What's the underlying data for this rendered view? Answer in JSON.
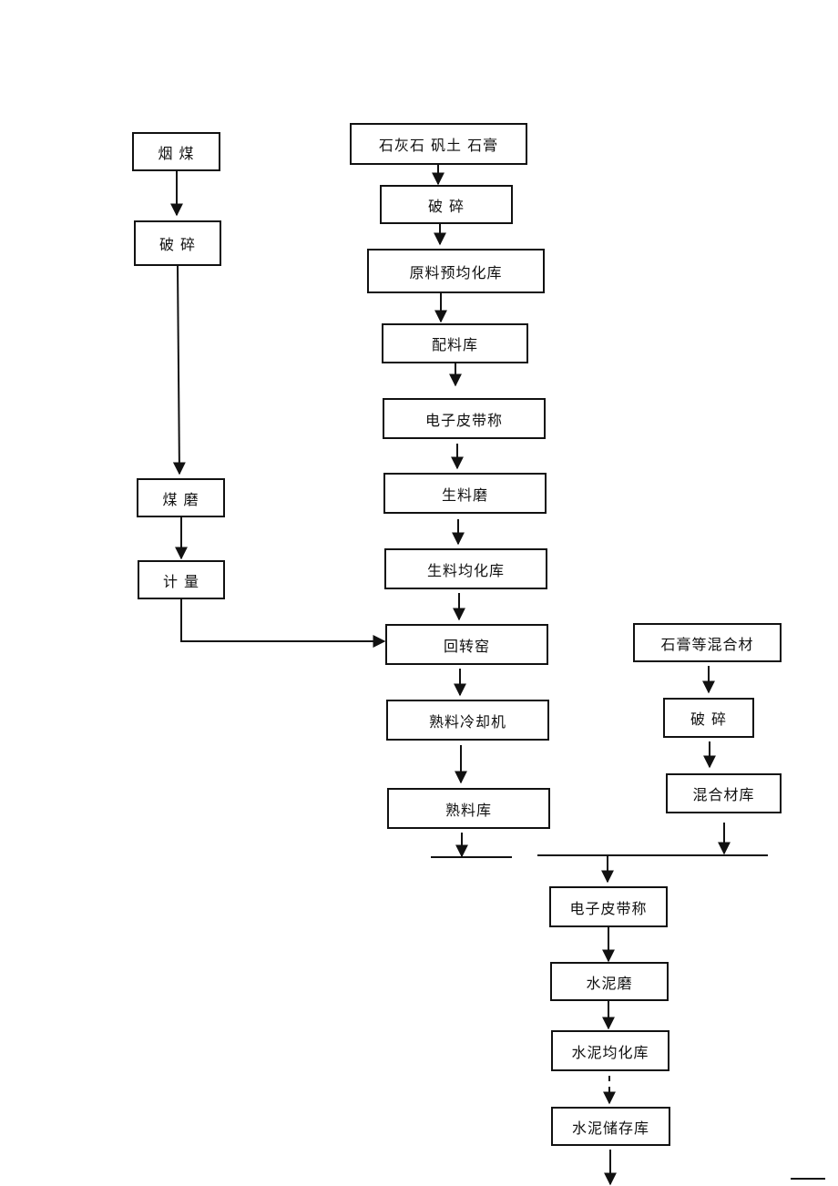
{
  "diagram": {
    "type": "process-flow",
    "subject": "cement production process",
    "nodes": [
      {
        "id": "coal",
        "label": "烟 煤"
      },
      {
        "id": "coal_crush",
        "label": "破 碎"
      },
      {
        "id": "coal_mill",
        "label": "煤 磨"
      },
      {
        "id": "metering",
        "label": "计 量"
      },
      {
        "id": "raw_inputs",
        "label": "石灰石  矾土  石膏"
      },
      {
        "id": "raw_crush",
        "label": "破   碎"
      },
      {
        "id": "raw_prehomo",
        "label": "原料预均化库"
      },
      {
        "id": "batching",
        "label": "配料库"
      },
      {
        "id": "belt_scale_1",
        "label": "电子皮带称"
      },
      {
        "id": "raw_mill",
        "label": "生料磨"
      },
      {
        "id": "raw_homo",
        "label": "生料均化库"
      },
      {
        "id": "kiln",
        "label": "回转窑"
      },
      {
        "id": "cooler",
        "label": "熟料冷却机"
      },
      {
        "id": "clinker_silo",
        "label": "熟料库"
      },
      {
        "id": "admixture",
        "label": "石膏等混合材"
      },
      {
        "id": "adm_crush",
        "label": "破 碎"
      },
      {
        "id": "adm_silo",
        "label": "混合材库"
      },
      {
        "id": "belt_scale_2",
        "label": "电子皮带称"
      },
      {
        "id": "cement_mill",
        "label": "水泥磨"
      },
      {
        "id": "cement_homo",
        "label": "水泥均化库"
      },
      {
        "id": "cement_storage",
        "label": "水泥储存库"
      }
    ],
    "edges": [
      [
        "coal",
        "coal_crush"
      ],
      [
        "coal_crush",
        "coal_mill"
      ],
      [
        "coal_mill",
        "metering"
      ],
      [
        "metering",
        "kiln"
      ],
      [
        "raw_inputs",
        "raw_crush"
      ],
      [
        "raw_crush",
        "raw_prehomo"
      ],
      [
        "raw_prehomo",
        "batching"
      ],
      [
        "batching",
        "belt_scale_1"
      ],
      [
        "belt_scale_1",
        "raw_mill"
      ],
      [
        "raw_mill",
        "raw_homo"
      ],
      [
        "raw_homo",
        "kiln"
      ],
      [
        "kiln",
        "cooler"
      ],
      [
        "cooler",
        "clinker_silo"
      ],
      [
        "clinker_silo",
        "belt_scale_2"
      ],
      [
        "admixture",
        "adm_crush"
      ],
      [
        "adm_crush",
        "adm_silo"
      ],
      [
        "adm_silo",
        "belt_scale_2"
      ],
      [
        "belt_scale_2",
        "cement_mill"
      ],
      [
        "cement_mill",
        "cement_homo"
      ],
      [
        "cement_homo",
        "cement_storage"
      ],
      [
        "cement_storage",
        "output"
      ]
    ]
  }
}
